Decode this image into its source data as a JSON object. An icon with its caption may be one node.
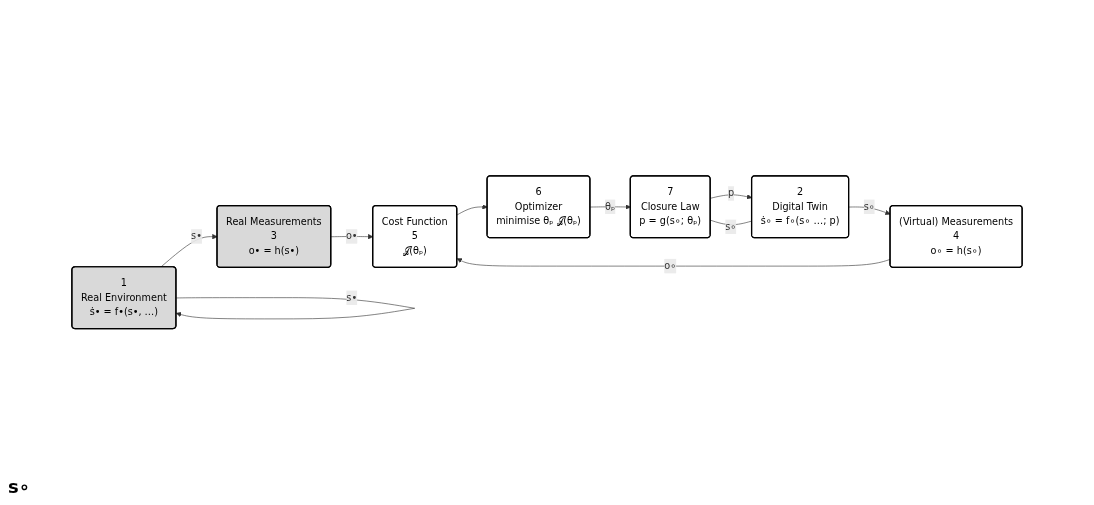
{
  "diagram": {
    "nodes": [
      {
        "text": [
          "1",
          "Real Environment",
          "ṡ• = f•(s•, …)"
        ]
      },
      {
        "text": [
          "Real Measurements",
          "3",
          "o• = h(s•)"
        ]
      },
      {
        "text": [
          "Cost Function",
          "5",
          "𝒥(θₚ)"
        ]
      },
      {
        "text": [
          "2",
          "Digital Twin",
          "ṡ∘ = f∘(s∘ …; p)"
        ]
      },
      {
        "text": [
          "(Virtual) Measurements",
          "4",
          "o∘ = h(s∘)"
        ]
      },
      {
        "text": [
          "7",
          "Closure Law",
          "p = g(s∘; θₚ)"
        ]
      },
      {
        "text": [
          "6",
          "Optimizer",
          "minimise θₚ 𝒥(θₚ)"
        ]
      }
    ],
    "edges": [
      {
        "from": 0,
        "to": 1,
        "arrow": "to",
        "label": "s•"
      },
      {
        "from": 0,
        "to": 0,
        "arrow": "to",
        "label": "s•"
      },
      {
        "from": 1,
        "to": 2,
        "arrow": "to",
        "label": "o•"
      },
      {
        "from": 3,
        "to": 4,
        "arrow": "to",
        "label": "s∘"
      },
      {
        "from": 4,
        "to": 2,
        "arrow": "to",
        "label": "o∘"
      },
      {
        "from": 3,
        "to": 5,
        "arrow": "none",
        "label": "s∘"
      },
      {
        "from": 5,
        "to": 3,
        "arrow": "to",
        "label": "p"
      },
      {
        "from": 2,
        "to": 6,
        "arrow": "to"
      },
      {
        "from": 6,
        "to": 5,
        "arrow": "to",
        "label": "θₚ"
      }
    ],
    "labels": [
      "s∘"
    ]
  }
}
